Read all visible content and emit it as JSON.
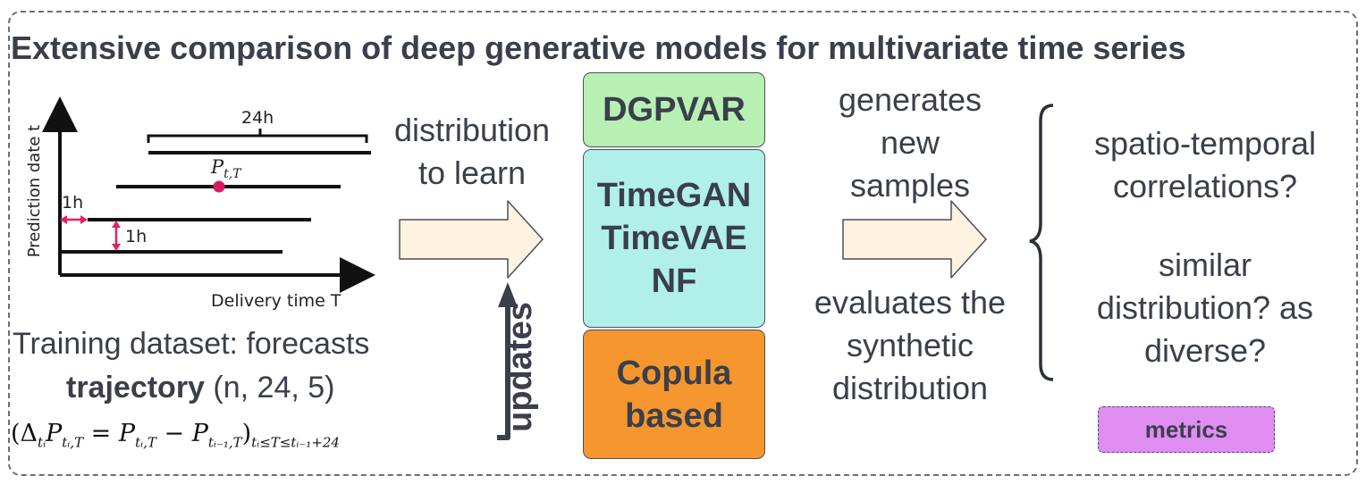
{
  "title": "Extensive comparison of deep generative models for multivariate time series",
  "plot": {
    "y_axis_label": "Prediction date t",
    "x_axis_label": "Delivery time T",
    "span_label": "24h",
    "shift_label_h": "1h",
    "shift_label_v": "1h",
    "point_label_main": "P",
    "point_label_sub": "t,T"
  },
  "training": {
    "line1": "Training dataset: forecasts",
    "line2_bold": "trajectory",
    "line2_rest": " (n, 24, 5)",
    "formula_main": "(Δ",
    "formula_rest": "P = P − P)",
    "formula_range": "tᵢ≤T≤tᵢ₋₁+24"
  },
  "arrow1_label": [
    "distribution",
    "to learn"
  ],
  "updates_label": "updates",
  "models": {
    "dgpvar": "DGPVAR",
    "deep": [
      "TimeGAN",
      "TimeVAE",
      "NF"
    ],
    "copula": [
      "Copula",
      "based"
    ]
  },
  "generates_label": [
    "generates",
    "new",
    "samples"
  ],
  "evaluates_label": [
    "evaluates the",
    "synthetic",
    "distribution"
  ],
  "questions": {
    "q1": [
      "spatio-temporal",
      "correlations?"
    ],
    "q2": [
      "similar",
      "distribution? as",
      "diverse?"
    ]
  },
  "metrics_label": "metrics",
  "colors": {
    "dgpvar": "#b8f0b4",
    "deep": "#b0f0e8",
    "copula": "#f5962e",
    "metrics": "#e08df2",
    "arrow_fill": "#fdf3e0",
    "point": "#d81b60"
  }
}
